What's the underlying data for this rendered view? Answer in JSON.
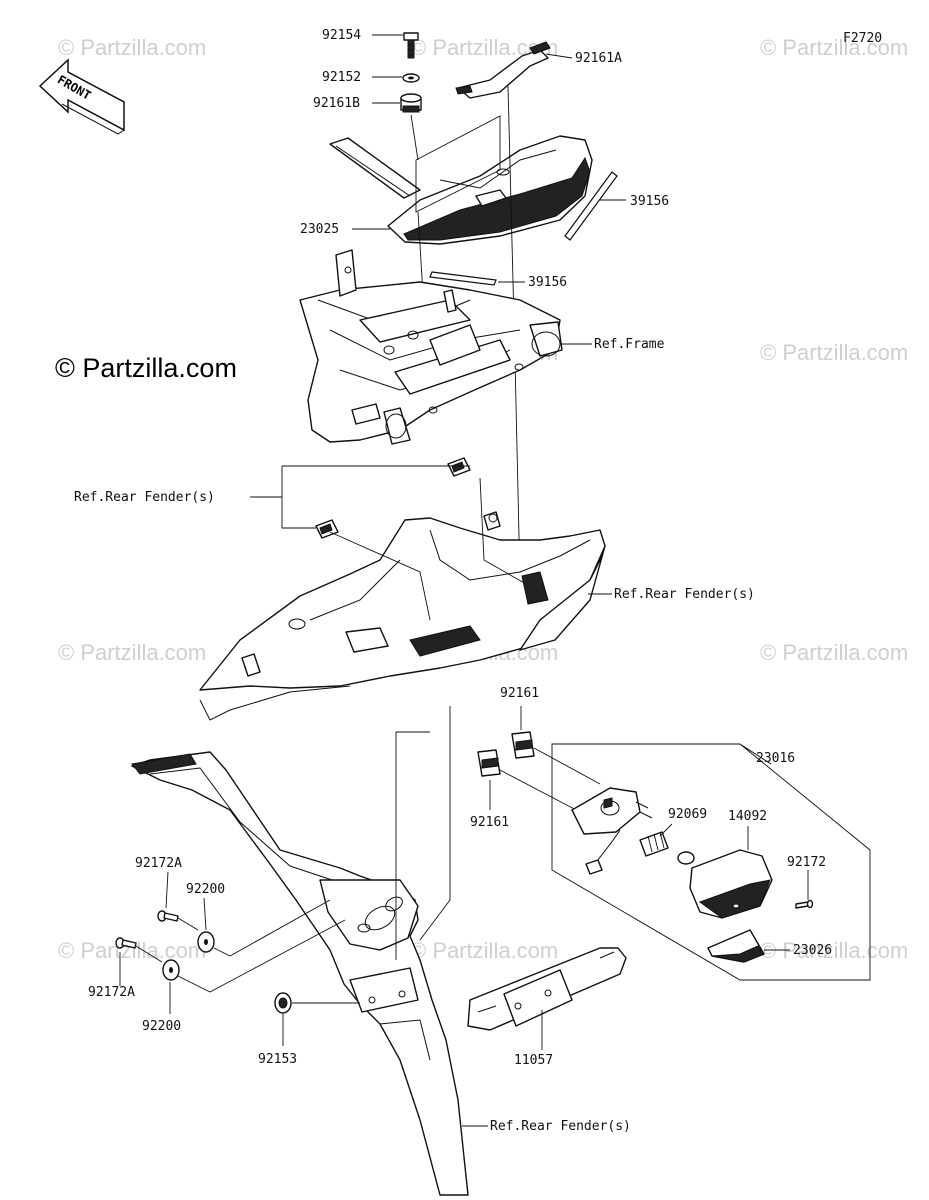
{
  "figure_code": "F2720",
  "front_arrow_label": "FRONT",
  "watermarks": {
    "main": "© Partzilla.com",
    "faint": "© Partzilla.com"
  },
  "labels": {
    "p92154": "92154",
    "p92152": "92152",
    "p92161B": "92161B",
    "p92161A": "92161A",
    "p39156_top": "39156",
    "p23025": "23025",
    "p39156_mid": "39156",
    "ref_frame": "Ref.Frame",
    "ref_rear_fender_left": "Ref.Rear Fender(s)",
    "ref_rear_fender_right": "Ref.Rear Fender(s)",
    "p92161_top": "92161",
    "p92161_mid": "92161",
    "p23016": "23016",
    "p92069": "92069",
    "p14092": "14092",
    "p92172": "92172",
    "p23026": "23026",
    "p92172A_top": "92172A",
    "p92200_top": "92200",
    "p92172A_bot": "92172A",
    "p92200_bot": "92200",
    "p92153": "92153",
    "p11057": "11057",
    "ref_rear_fender_bottom": "Ref.Rear Fender(s)"
  }
}
